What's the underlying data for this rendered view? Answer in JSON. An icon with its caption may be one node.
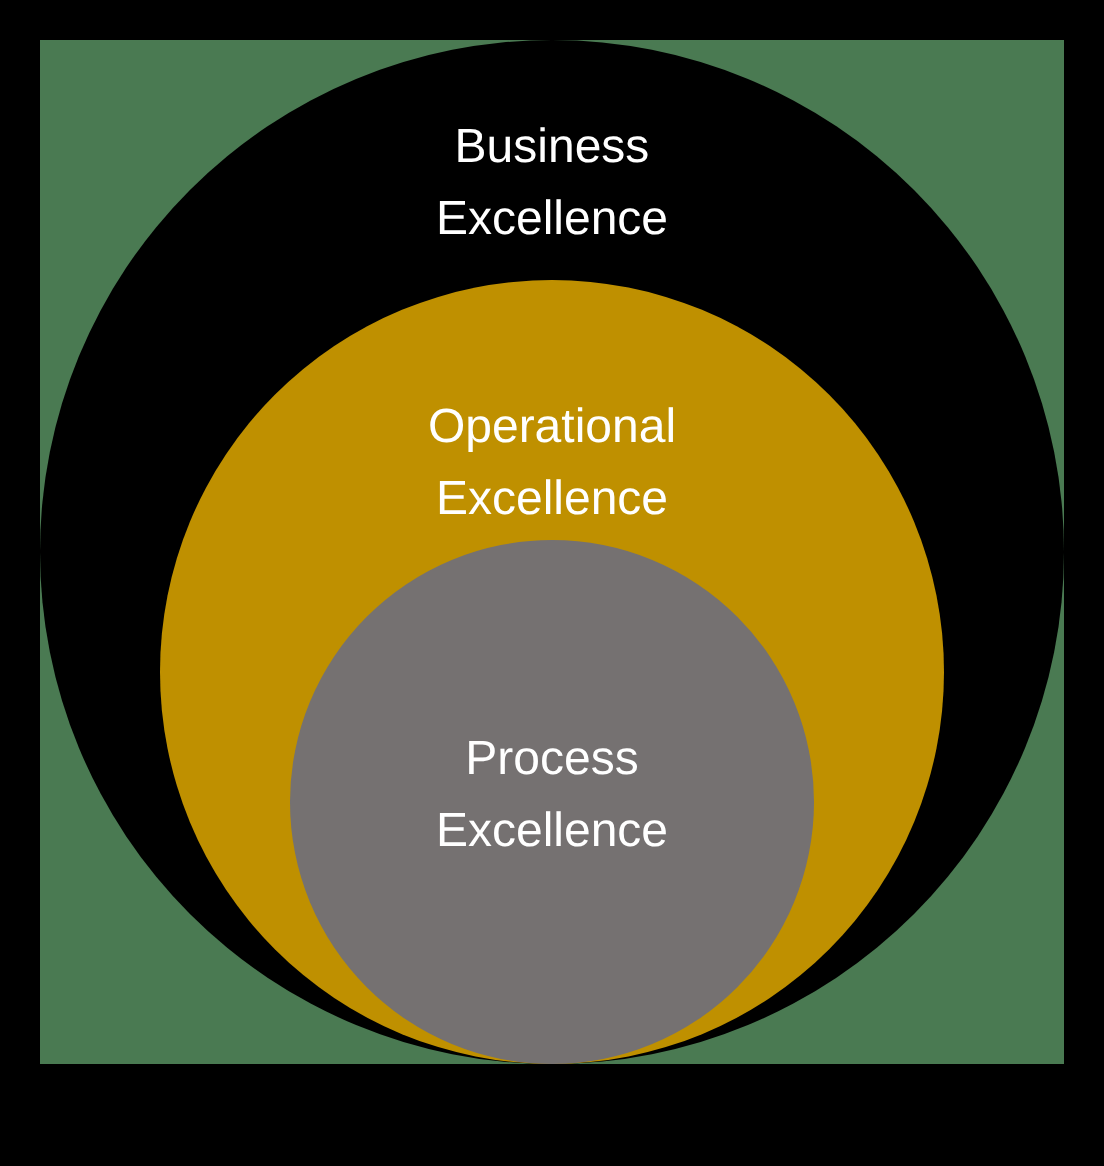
{
  "diagram": {
    "nodes": [
      {
        "text": [
          "Business Excellence"
        ]
      },
      {
        "text": [
          "Operational Excellence"
        ],
        "in": 0
      },
      {
        "text": [
          "Process Excellence"
        ],
        "in": 1
      }
    ]
  }
}
